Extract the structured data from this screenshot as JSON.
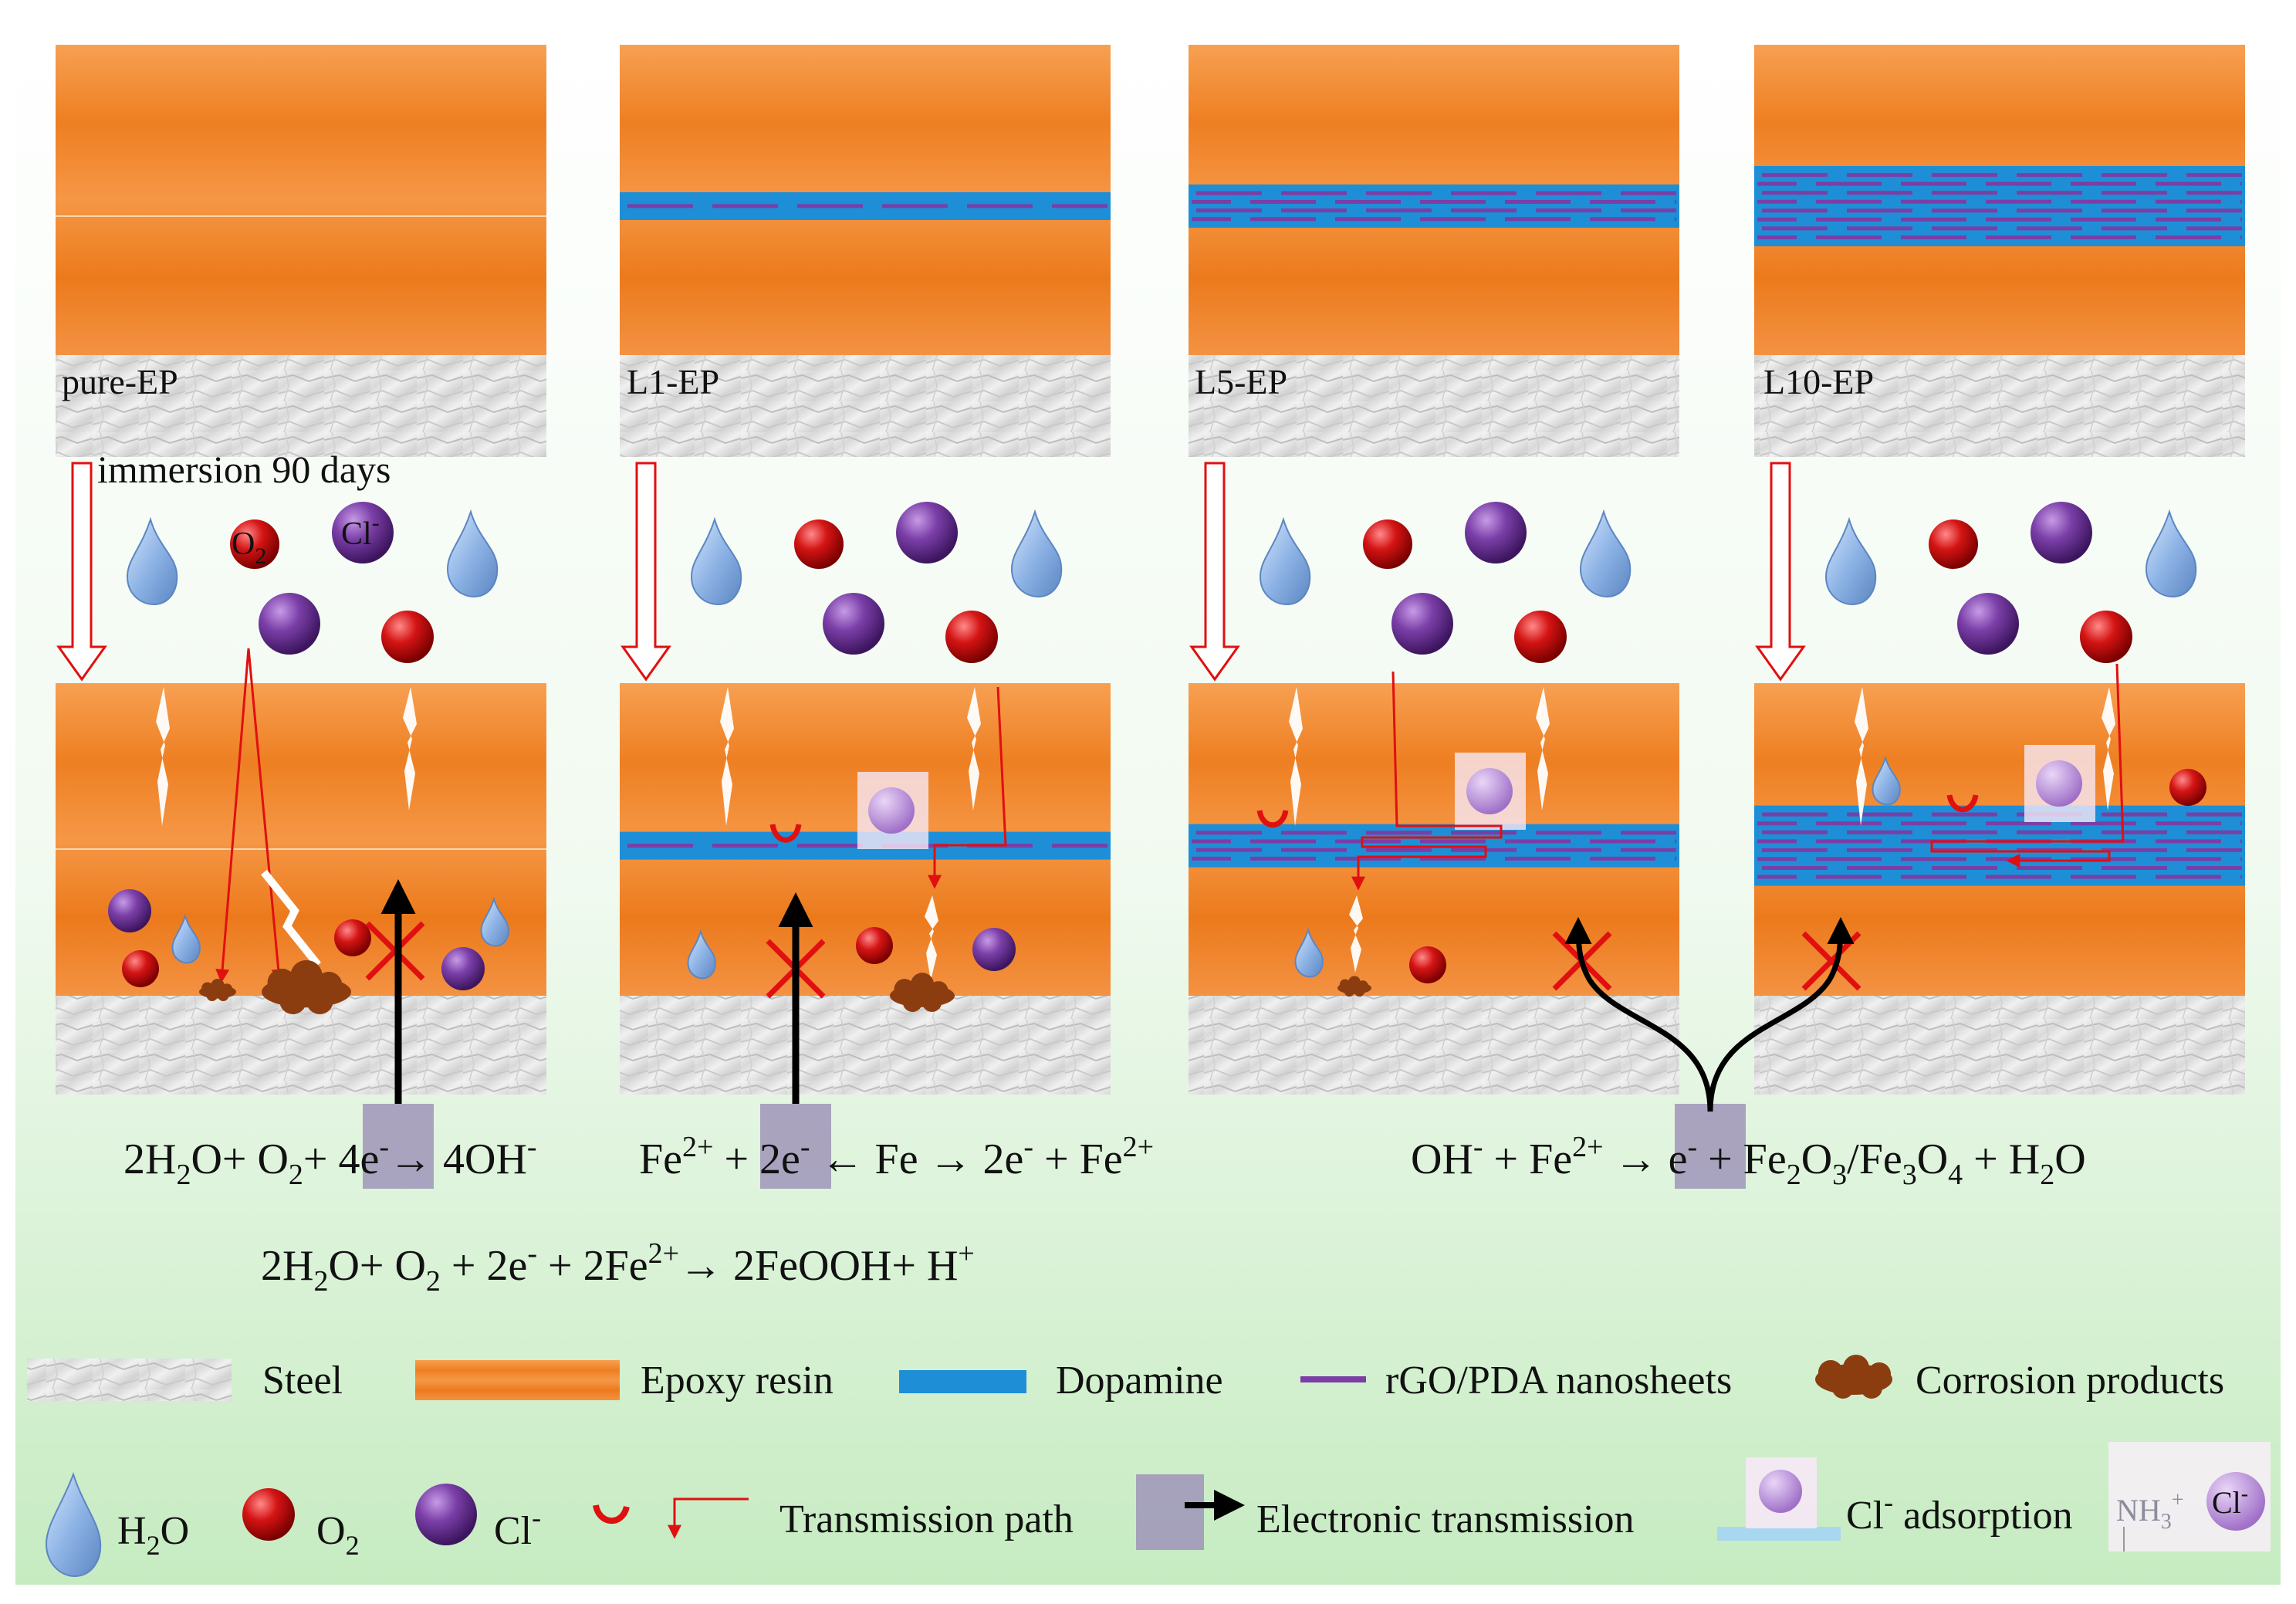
{
  "panels": [
    {
      "label": "pure-EP",
      "layers": 0
    },
    {
      "label": "L1-EP",
      "layers": 1
    },
    {
      "label": "L5-EP",
      "layers": 5
    },
    {
      "label": "L10-EP",
      "layers": 10
    }
  ],
  "immersion_label": "immersion 90 days",
  "species_labels": {
    "o2": "O",
    "o2_sub": "2",
    "cl": "Cl",
    "cl_sup": "-"
  },
  "equations": {
    "eq1": {
      "a": "2H",
      "b": "2",
      "c": "O+ O",
      "d": "2",
      "e": "+ ",
      "f": "4e",
      "g": "-",
      "h": "→ 4OH",
      "i": "-"
    },
    "eq2": {
      "a": "Fe",
      "b": "2+",
      "c": " + ",
      "d": "2e",
      "e": "-",
      "f": " ← Fe → 2e",
      "g": "-",
      "h": " + Fe",
      "i": "2+"
    },
    "eq3": {
      "a": "OH",
      "b": "-",
      "c": " + Fe",
      "d": "2+",
      "e": " → ",
      "f": "e",
      "g": "-",
      "h": " + Fe",
      "i": "2",
      "j": "O",
      "k": "3",
      "l": "/Fe",
      "m": "3",
      "n": "O",
      "o": "4",
      "p": " + H",
      "q": "2",
      "r": "O"
    },
    "eq4": {
      "a": "2H",
      "b": "2",
      "c": "O+ O",
      "d": "2",
      "e": " + 2e",
      "f": "-",
      "g": " + 2Fe",
      "h": "2+",
      "i": "→ 2FeOOH+ H",
      "j": "+"
    }
  },
  "legend": {
    "steel": "Steel",
    "epoxy": "Epoxy resin",
    "dopamine": "Dopamine",
    "rgo": "rGO/PDA nanosheets",
    "corrosion": "Corrosion products",
    "h2o_a": "H",
    "h2o_b": "2",
    "h2o_c": "O",
    "o2_a": "O",
    "o2_b": "2",
    "cl_a": "Cl",
    "cl_b": "-",
    "transmission": "Transmission path",
    "electronic": "Electronic transmission",
    "adsorption_a": "Cl",
    "adsorption_b": "-",
    "adsorption_c": " adsorption",
    "nh3_a": "NH",
    "nh3_b": "3",
    "nh3_c": "+",
    "nh3_cl_a": "Cl",
    "nh3_cl_b": "-"
  },
  "colors": {
    "epoxy": "#f28a2e",
    "epoxy_dark": "#e8741a",
    "dopamine": "#1e8fd6",
    "rgo": "#7a3ea6",
    "steel": "#e6e6e6",
    "o2": "#d41414",
    "cl": "#7b3fa8",
    "water": "#8eb4e6",
    "corrosion": "#8b3d10",
    "path": "#e01010",
    "bg_top": "#ffffff",
    "bg_bottom": "#c9ecc4"
  }
}
